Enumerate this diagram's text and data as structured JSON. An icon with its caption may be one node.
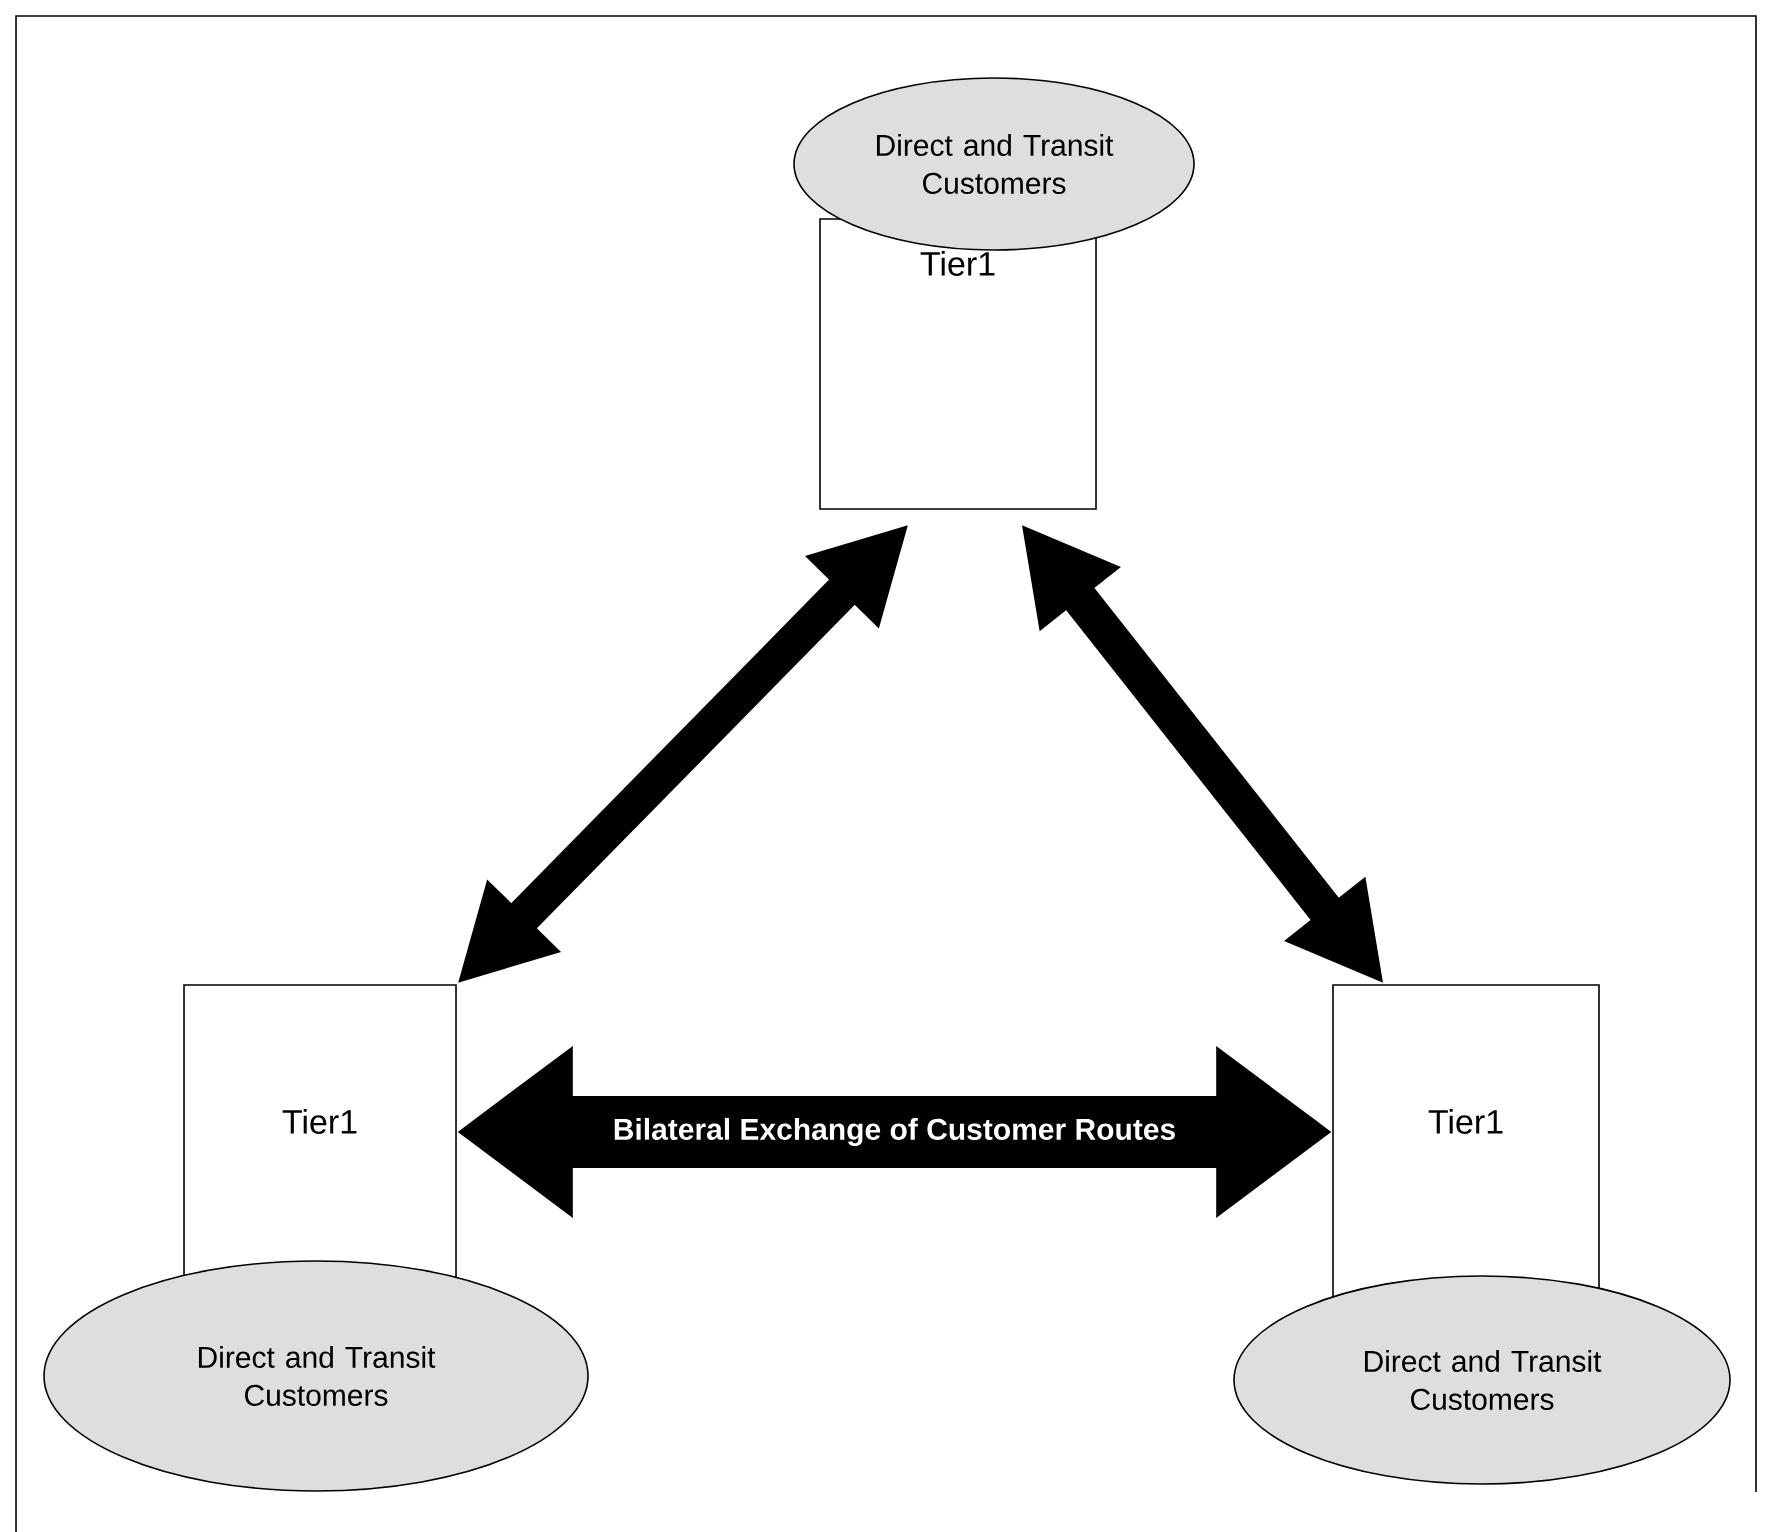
{
  "diagram": {
    "nodes": [
      {
        "text": [
          "Direct and Transit Customers"
        ]
      },
      {
        "text": [
          "Tier1"
        ]
      },
      {
        "text": [
          "Tier1"
        ]
      },
      {
        "text": [
          "Tier1"
        ]
      },
      {
        "text": [
          "Direct and Transit Customers"
        ]
      },
      {
        "text": [
          "Direct and Transit Customers"
        ]
      }
    ],
    "edges": [
      {
        "from": 1,
        "to": 2,
        "arrow": "both"
      },
      {
        "from": 1,
        "to": 3,
        "arrow": "both"
      },
      {
        "from": 2,
        "to": 3,
        "arrow": "both",
        "style": "thick",
        "label": "Bilateral Exchange of Customer Routes"
      }
    ]
  }
}
